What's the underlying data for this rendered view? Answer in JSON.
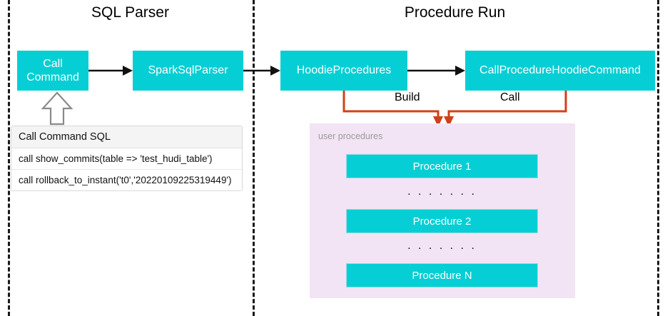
{
  "colors": {
    "teal": "#05CFD4",
    "orange": "#D0401A",
    "panel_purple": "#F2E4F4",
    "divider_black": "#1a1a1a",
    "caption_gray": "#9a9a9a"
  },
  "sections": {
    "left_title": "SQL Parser",
    "right_title": "Procedure Run"
  },
  "nodes": {
    "call_command": "Call\nCommand",
    "spark_sql_parser": "SparkSqlParser",
    "hoodie_procedures": "HoodieProcedures",
    "call_procedure_hoodie_command": "CallProcedureHoodieCommand"
  },
  "edge_labels": {
    "build": "Build",
    "call": "Call"
  },
  "sql_table": {
    "header": "Call Command SQL",
    "rows": [
      "call show_commits(table => 'test_hudi_table')",
      "call rollback_to_instant('t0','20220109225319449')"
    ]
  },
  "user_procedures": {
    "caption": "user procedures",
    "items": [
      "Procedure 1",
      "Procedure 2",
      "Procedure N"
    ],
    "separators": [
      ". . . . . . .",
      ". . . . . . ."
    ]
  }
}
